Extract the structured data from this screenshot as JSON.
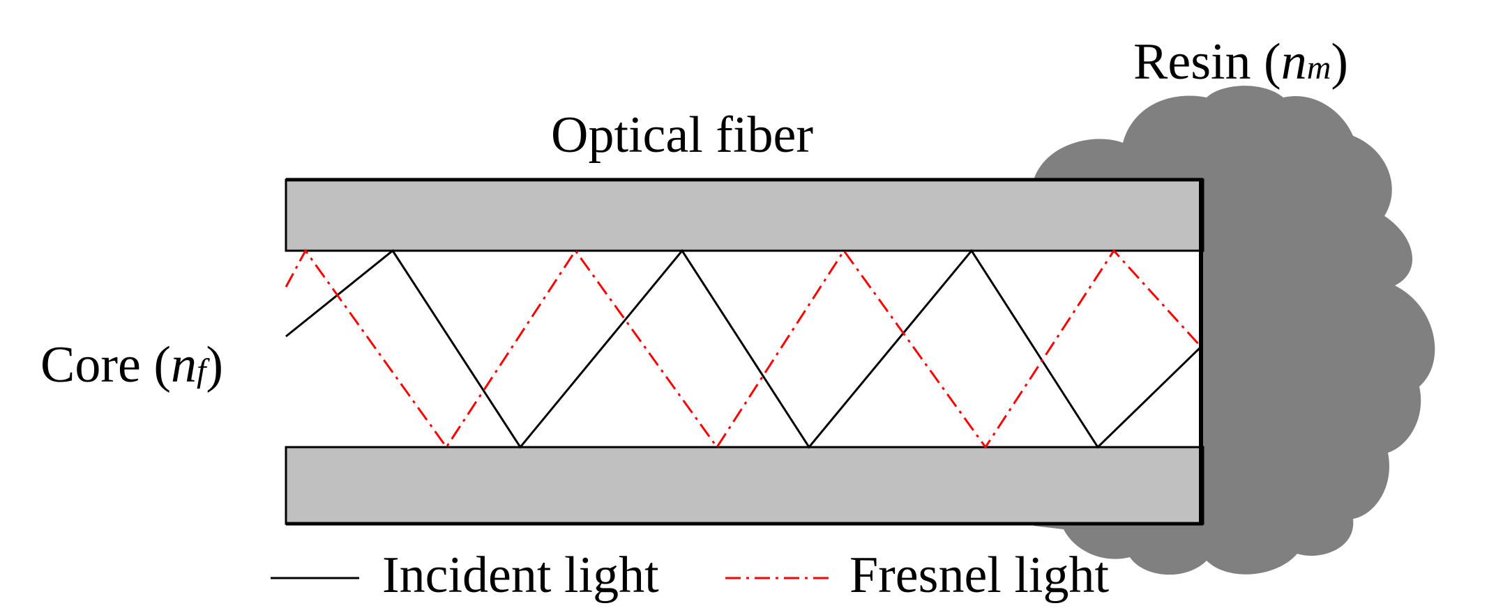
{
  "labels": {
    "resin": "Resin (",
    "resin_symbol": "n",
    "resin_subscript": "m",
    "resin_close": ")",
    "fiber": "Optical fiber",
    "core": "Core (",
    "core_symbol": "n",
    "core_subscript": "f",
    "core_close": ")"
  },
  "legend": {
    "incident": "Incident light",
    "fresnel": "Fresnel light"
  },
  "colors": {
    "cladding": "#c0c0c0",
    "resin": "#808080",
    "incident": "#000000",
    "fresnel": "#ff0000"
  }
}
